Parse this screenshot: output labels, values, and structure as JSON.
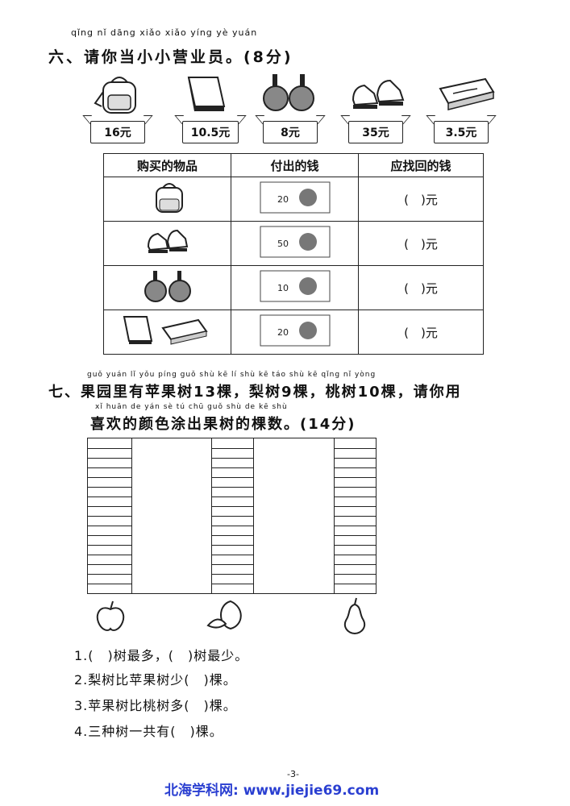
{
  "section6": {
    "pinyin": "qǐng nǐ dāng xiǎo xiǎo yíng yè yuán",
    "title": "六、请你当小小营业员。(8分)",
    "items": [
      {
        "icon": "backpack-icon",
        "price": "16元"
      },
      {
        "icon": "book-icon",
        "price": "10.5元"
      },
      {
        "icon": "ping-pong-paddles-icon",
        "price": "8元"
      },
      {
        "icon": "sneakers-icon",
        "price": "35元"
      },
      {
        "icon": "pencil-case-icon",
        "price": "3.5元"
      }
    ],
    "table": {
      "headers": [
        "购买的物品",
        "付出的钱",
        "应找回的钱"
      ],
      "rows": [
        {
          "items": [
            "backpack-icon"
          ],
          "bill": "20",
          "answer": "(　)元"
        },
        {
          "items": [
            "sneakers-icon"
          ],
          "bill": "50",
          "answer": "(　)元"
        },
        {
          "items": [
            "ping-pong-paddles-icon"
          ],
          "bill": "10",
          "answer": "(　)元"
        },
        {
          "items": [
            "book-icon",
            "pencil-case-icon"
          ],
          "bill": "20",
          "answer": "(　)元"
        }
      ]
    }
  },
  "section7": {
    "pinyin1": "guǒ yuán lǐ yǒu píng guǒ shù  kē   lí shù  kē   táo shù  kē   qǐng nǐ yòng",
    "line1": "七、果园里有苹果树13棵，梨树9棵，桃树10棵，请你用",
    "pinyin2": "xǐ huān de yán sè tú chū guǒ shù de kē shù",
    "line2": "喜欢的颜色涂出果树的棵数。(14分)",
    "fruits": [
      "apple-icon",
      "peach-icon",
      "pear-icon"
    ],
    "questions": [
      "1.(　)树最多，(　)树最少。",
      "2.梨树比苹果树少(　)棵。",
      "3.苹果树比桃树多(　)棵。",
      "4.三种树一共有(　)棵。"
    ]
  },
  "page_number": "-3-",
  "footer": "北海学科网: www.jiejie69.com"
}
